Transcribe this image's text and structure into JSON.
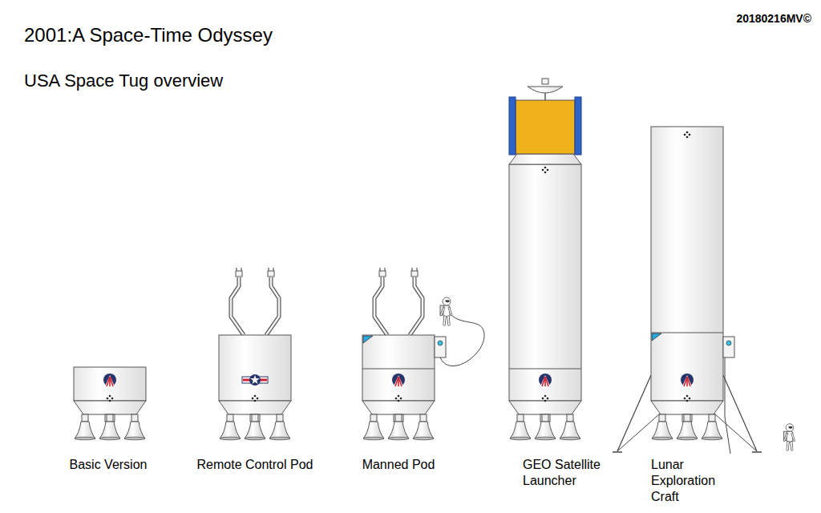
{
  "diagram": {
    "title": "2001:A Space-Time Odyssey",
    "labels": [
      "USA Space Tug overview",
      "20180216MV©",
      "Basic Version",
      "Remote Control Pod",
      "Manned Pod",
      "GEO Satellite Launcher",
      "Lunar Exploration Craft"
    ]
  }
}
